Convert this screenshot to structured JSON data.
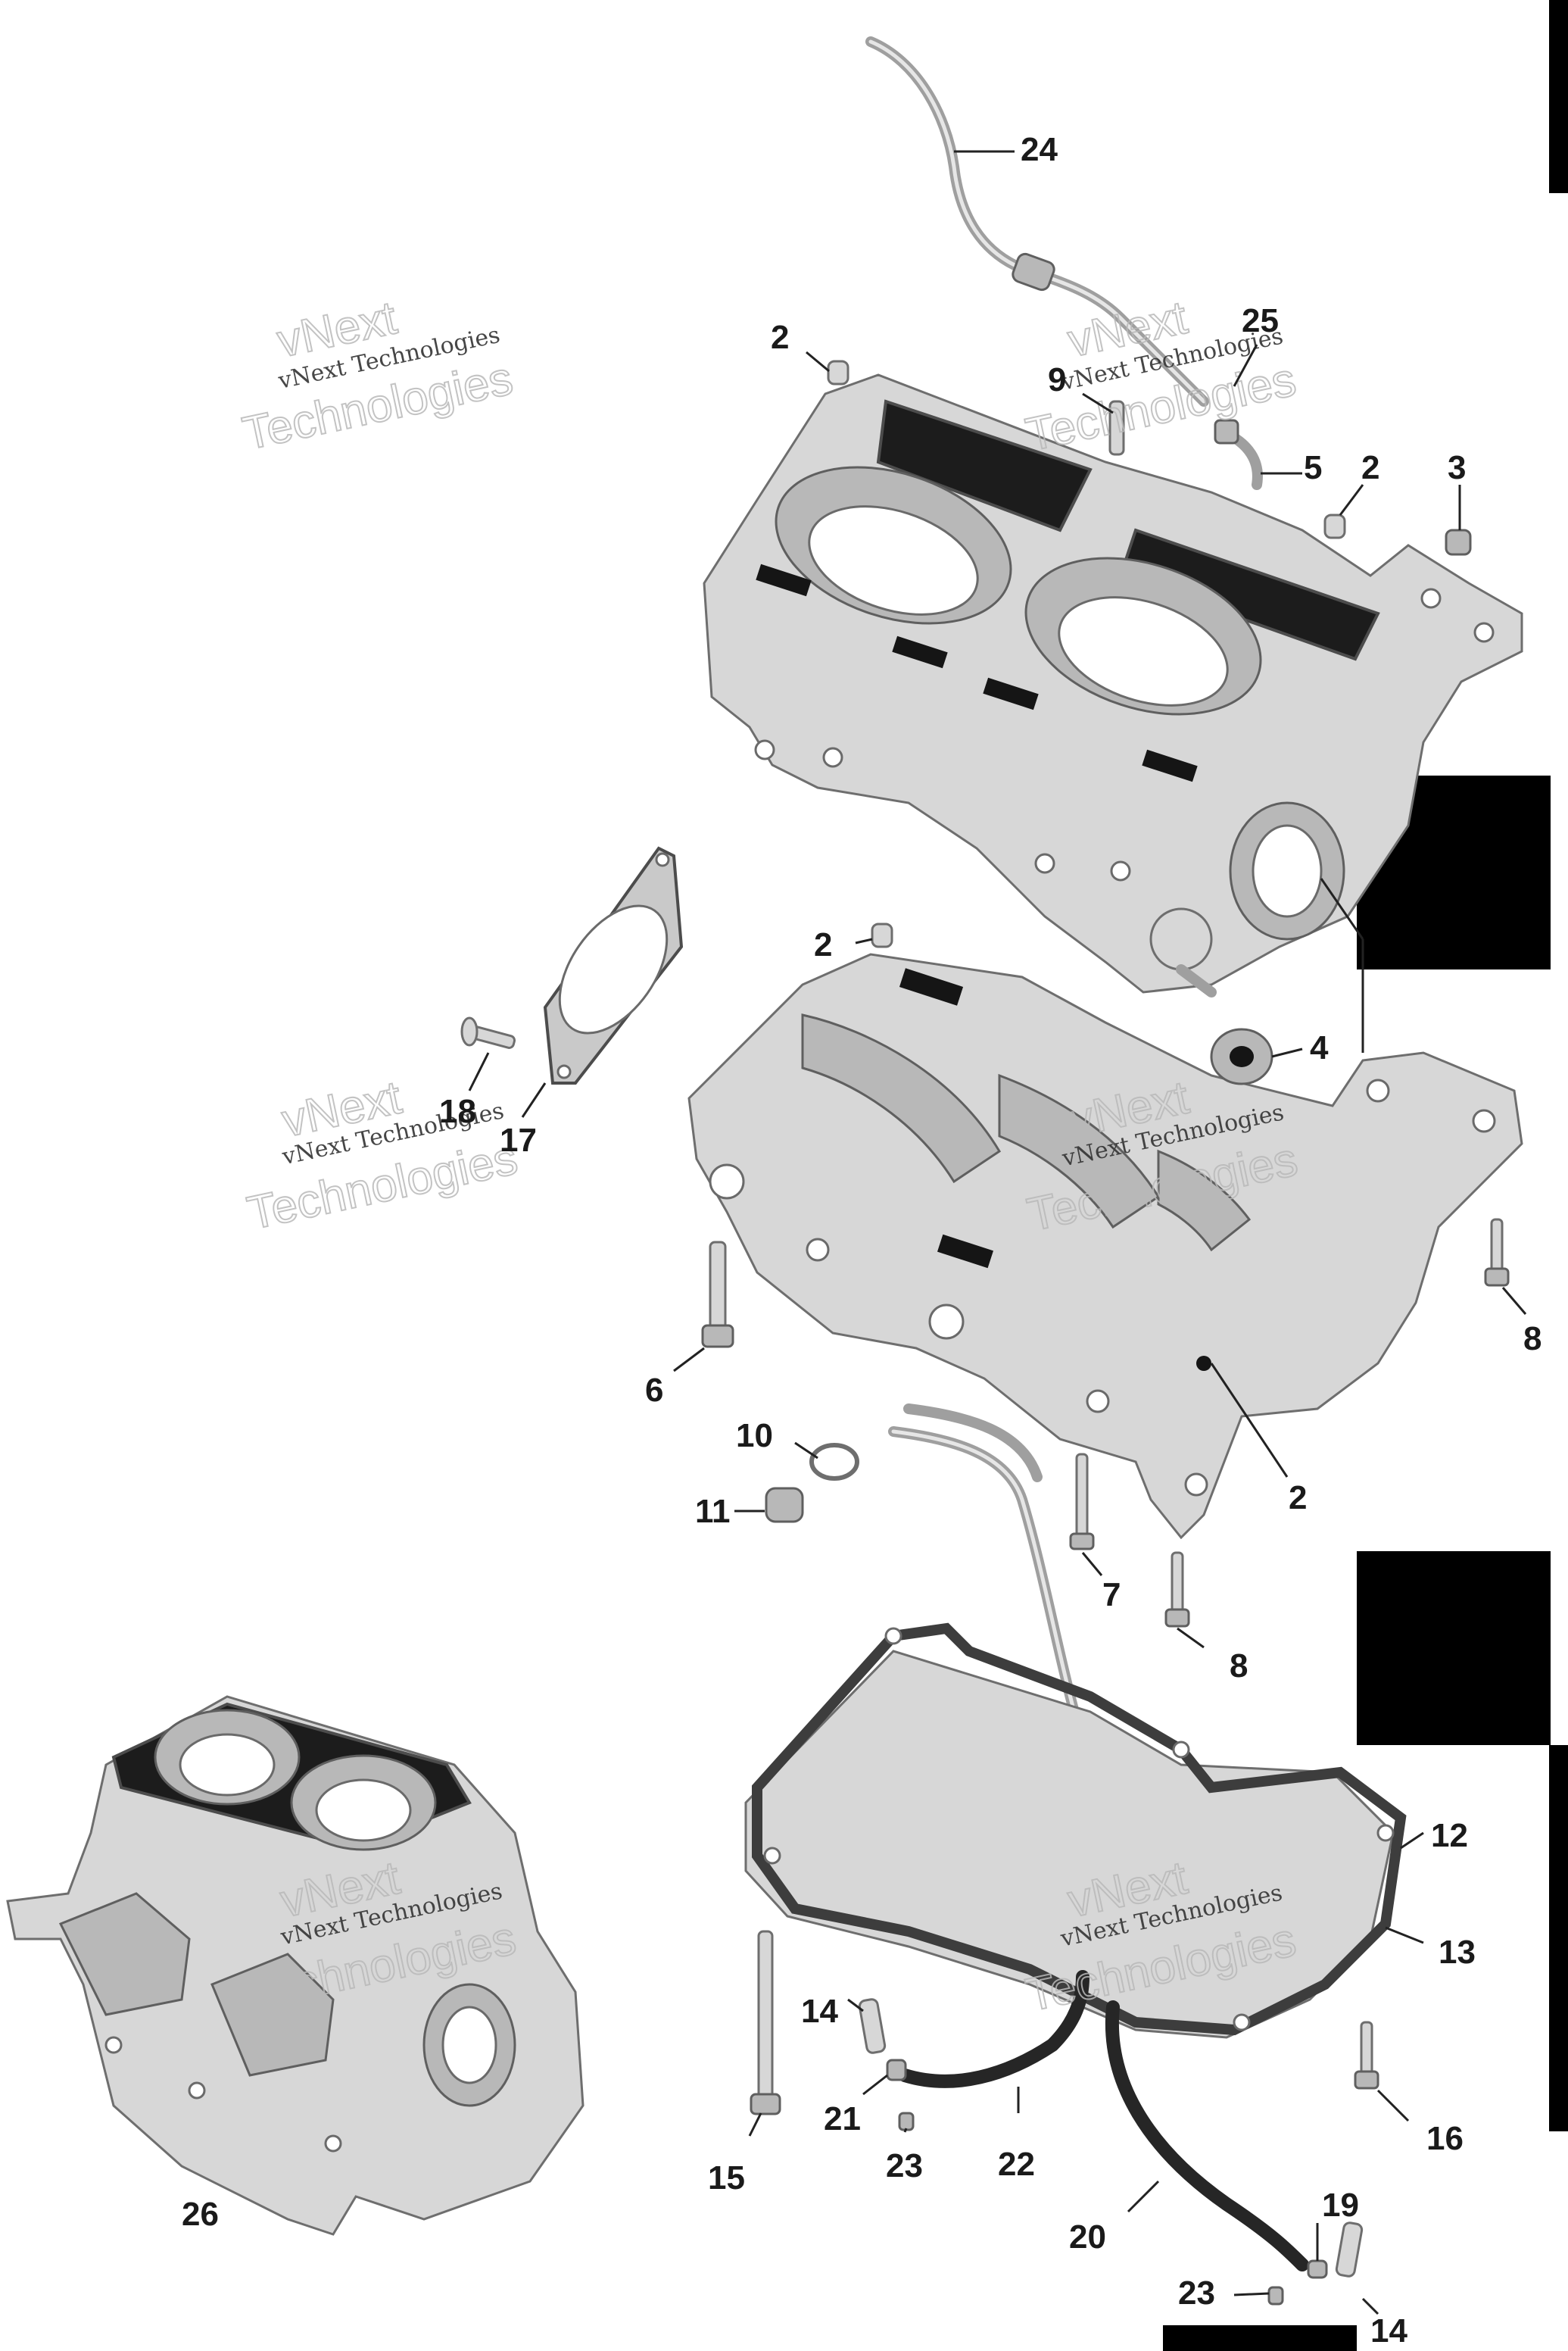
{
  "callouts": {
    "c24": "24",
    "c25": "25",
    "c9": "9",
    "c5": "5",
    "c2a": "2",
    "c2b": "2",
    "c3": "3",
    "c2c": "2",
    "c4": "4",
    "c18": "18",
    "c17": "17",
    "c6": "6",
    "c8a": "8",
    "c2d": "2",
    "c10": "10",
    "c11": "11",
    "c7": "7",
    "c8b": "8",
    "c12": "12",
    "c13": "13",
    "c14a": "14",
    "c21": "21",
    "c23a": "23",
    "c22": "22",
    "c15": "15",
    "c16": "16",
    "c20": "20",
    "c19": "19",
    "c23b": "23",
    "c14b": "14",
    "c26": "26"
  },
  "watermark": {
    "brand": "vNext",
    "line": "vNext Technologies",
    "word": "Technologies"
  },
  "colors": {
    "part_fill": "#d7d7d7",
    "part_outline": "#6e6e6e",
    "gasket_dark": "#1a1a1a",
    "hose": "#262626",
    "redaction": "#000000",
    "callout_text": "#1a1a1a"
  }
}
